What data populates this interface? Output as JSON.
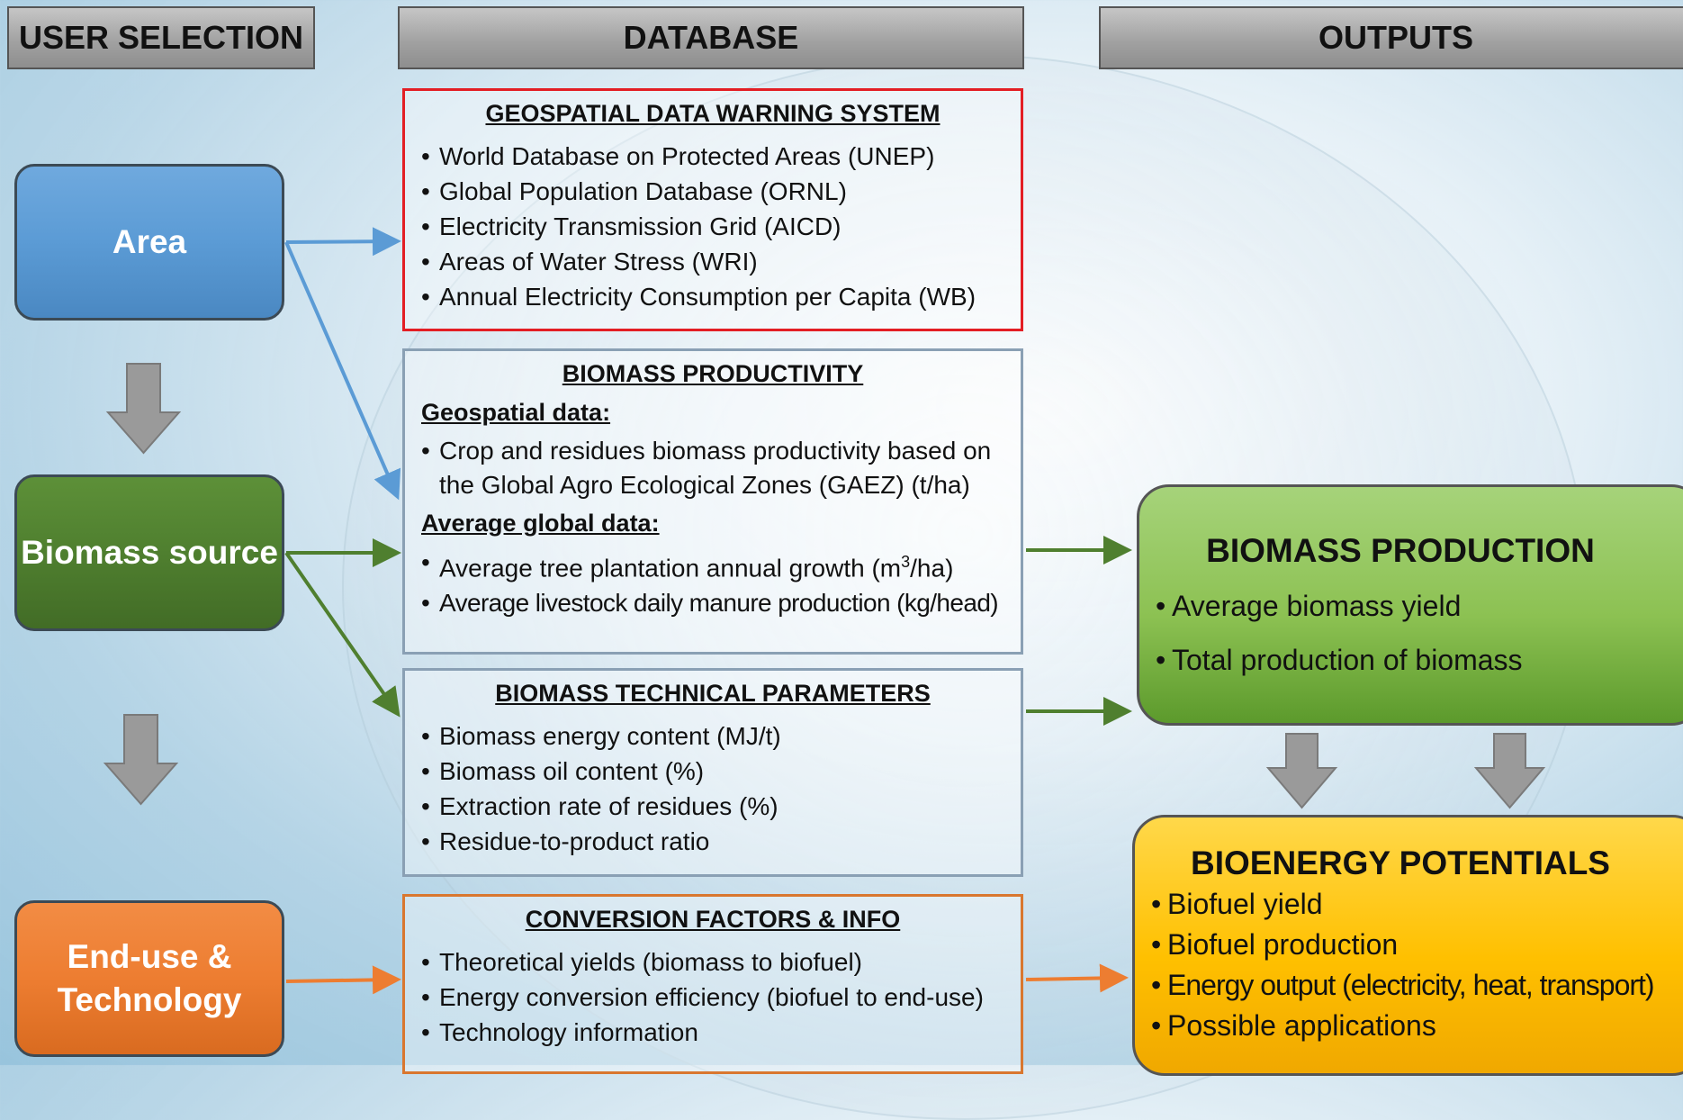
{
  "headers": {
    "user_selection": "USER SELECTION",
    "database": "DATABASE",
    "outputs": "OUTPUTS"
  },
  "user_selection": {
    "area": "Area",
    "biomass_source": "Biomass source",
    "end_use_line1": "End-use &",
    "end_use_line2": "Technology"
  },
  "database": {
    "warning_system": {
      "title": "GEOSPATIAL DATA WARNING SYSTEM",
      "items": [
        "World Database on Protected Areas (UNEP)",
        "Global Population Database (ORNL)",
        "Electricity Transmission Grid (AICD)",
        "Areas of Water Stress (WRI)",
        "Annual Electricity Consumption per Capita (WB)"
      ]
    },
    "biomass_productivity": {
      "title": "BIOMASS PRODUCTIVITY",
      "geospatial_label": "Geospatial data:",
      "geospatial_items": [
        "Crop and residues biomass productivity based on the Global Agro Ecological Zones (GAEZ) (t/ha)"
      ],
      "average_label": "Average global data:",
      "average_item_1_pre": "Average tree plantation annual growth (m",
      "average_item_1_sup": "3",
      "average_item_1_post": "/ha)",
      "average_item_2": "Average livestock daily manure production (kg/head)"
    },
    "technical_parameters": {
      "title": "BIOMASS TECHNICAL PARAMETERS",
      "items": [
        "Biomass energy content (MJ/t)",
        "Biomass oil content (%)",
        "Extraction rate of residues (%)",
        "Residue-to-product ratio"
      ]
    },
    "conversion_factors": {
      "title": "CONVERSION FACTORS & INFO",
      "items": [
        "Theoretical yields (biomass to biofuel)",
        "Energy conversion efficiency (biofuel to end-use)",
        "Technology information"
      ]
    }
  },
  "outputs": {
    "biomass_production": {
      "title": "BIOMASS PRODUCTION",
      "items": [
        "Average biomass yield",
        "Total production of biomass"
      ]
    },
    "bioenergy_potentials": {
      "title": "BIOENERGY POTENTIALS",
      "items": [
        "Biofuel yield",
        "Biofuel production",
        "Energy output (electricity, heat, transport)",
        "Possible applications"
      ]
    }
  },
  "colors": {
    "area": "#5b9bd5",
    "biomass_source": "#4f7f2f",
    "end_use": "#ed7d31",
    "warning_border": "#e31e24",
    "conversion_border": "#d9772f",
    "production_fill": "#8cc152",
    "potentials_fill": "#ffc000",
    "down_arrow": "#9a9a9a"
  }
}
